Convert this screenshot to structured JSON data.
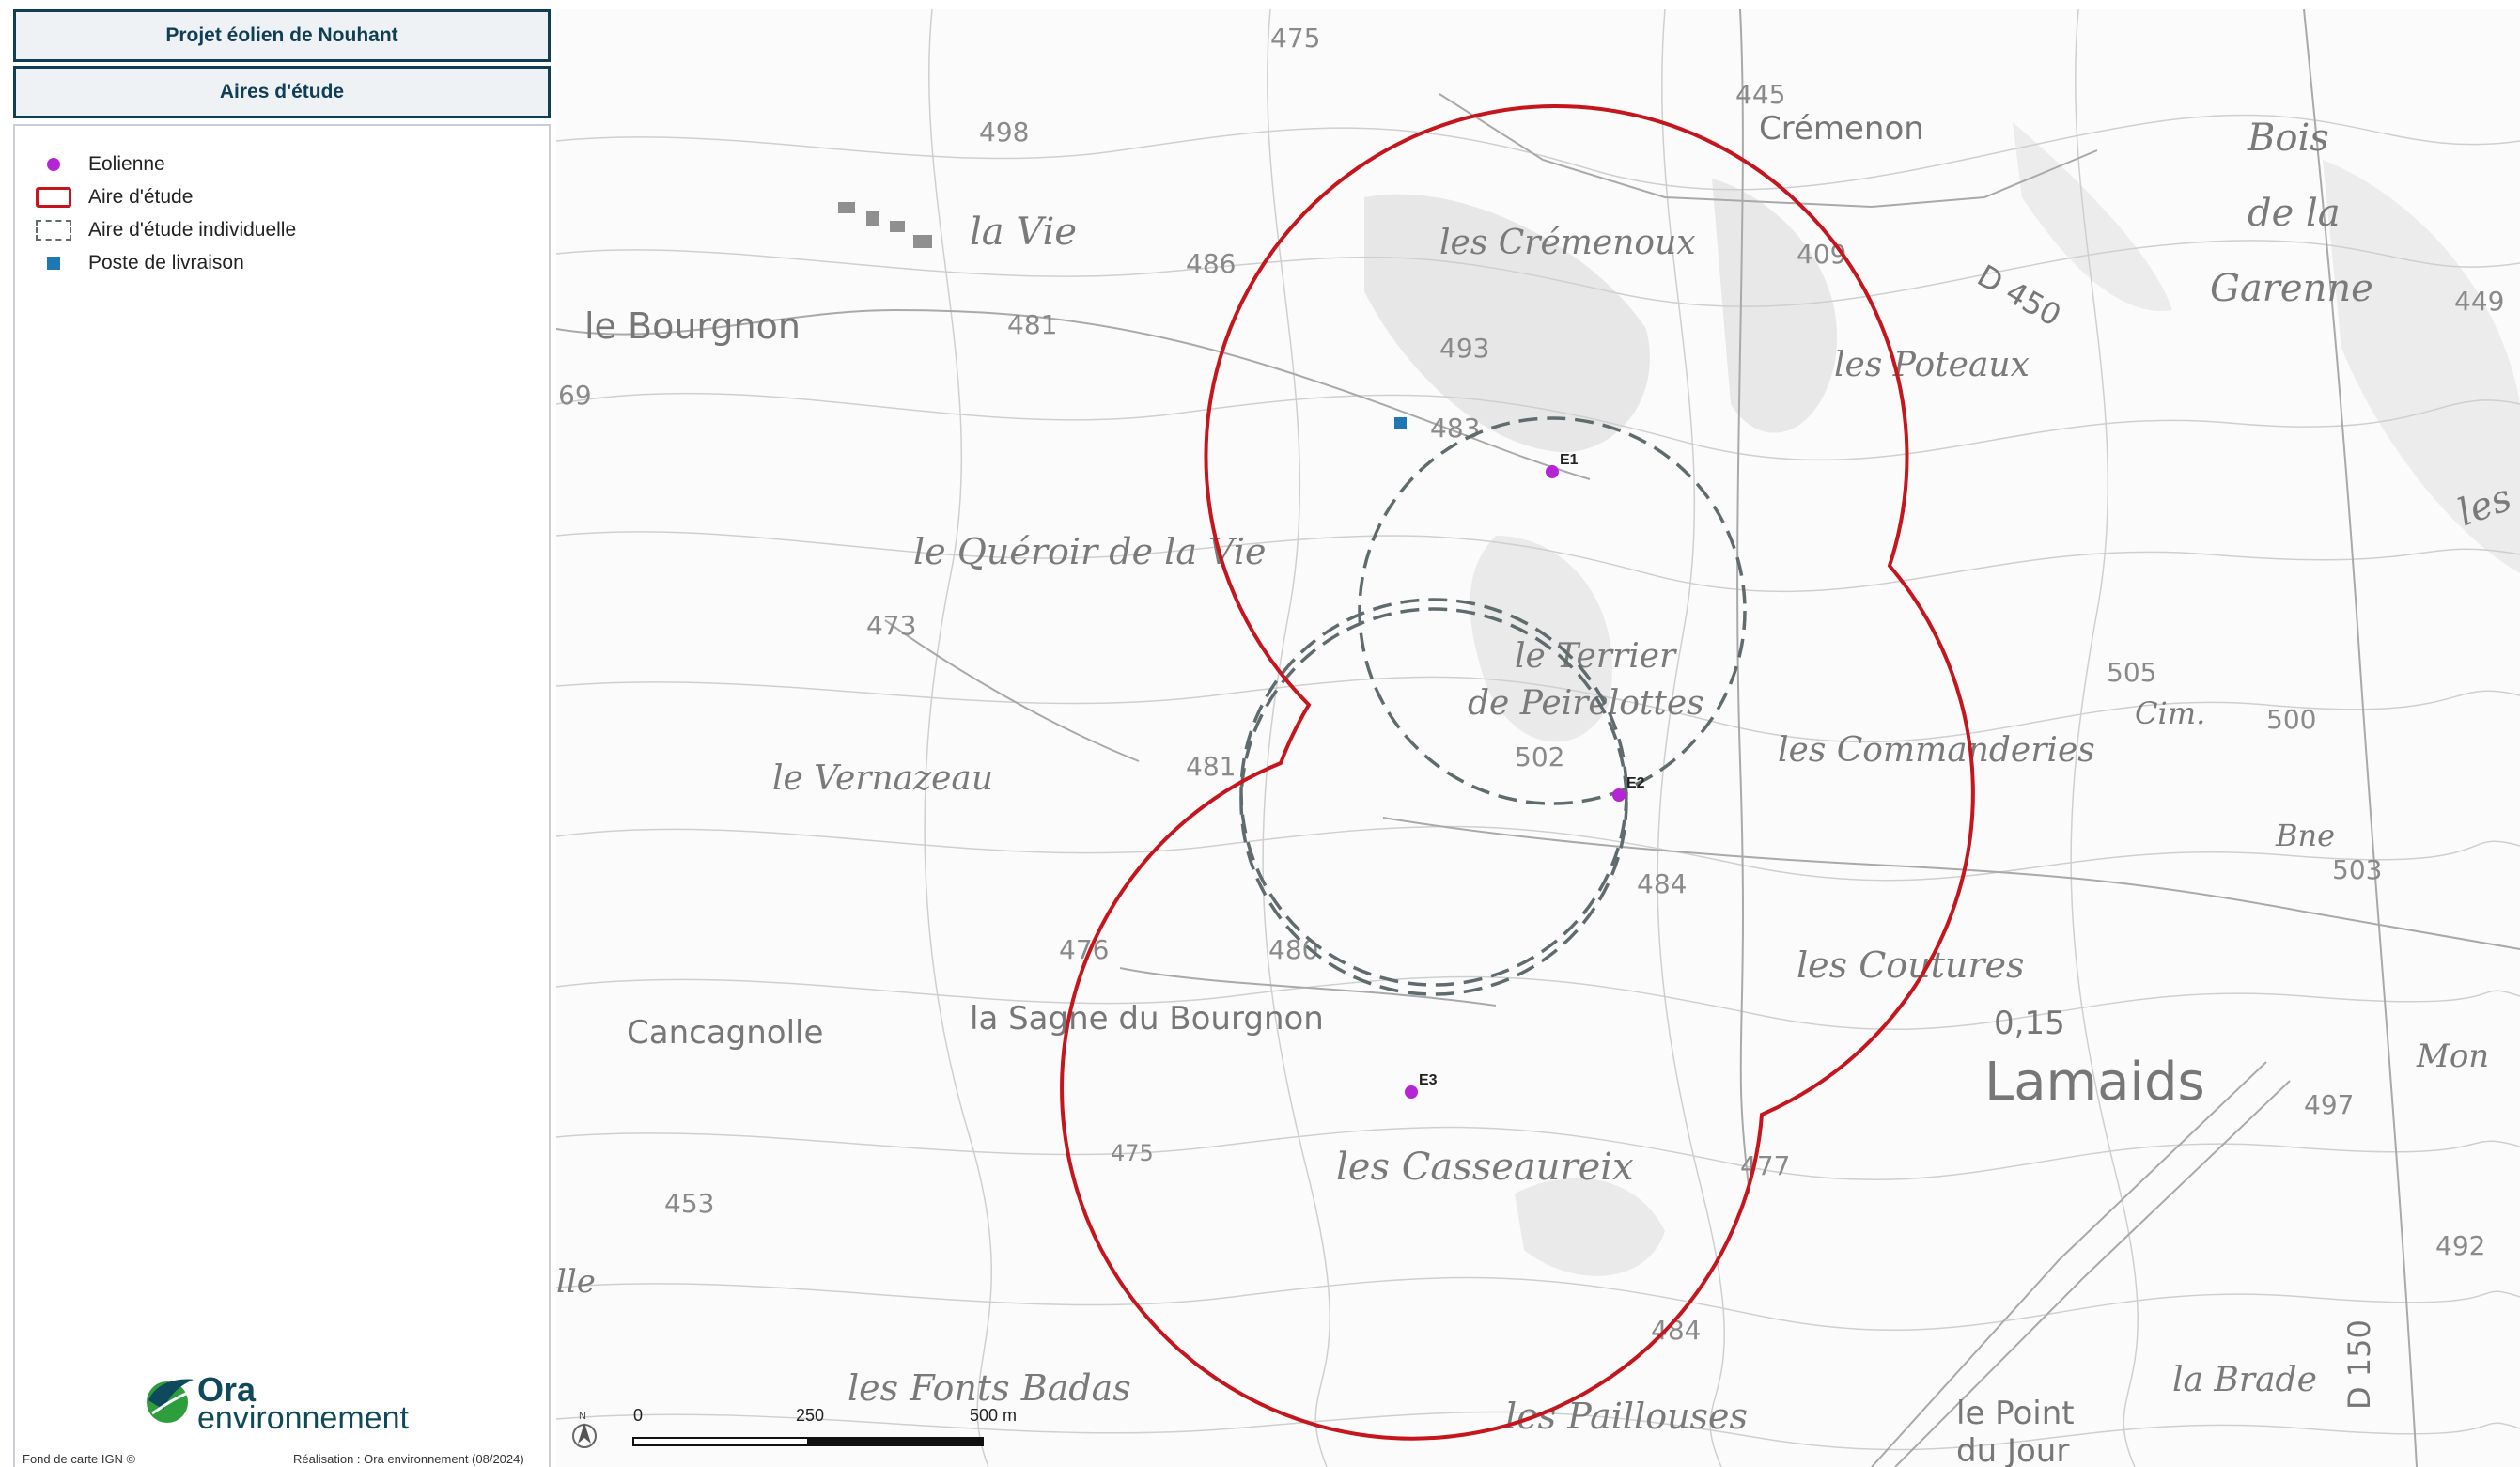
{
  "header": {
    "project_title": "Projet éolien de Nouhant",
    "map_title": "Aires d'étude"
  },
  "legend": {
    "items": [
      {
        "label": "Eolienne",
        "symbol": "purple-dot",
        "color": "#b425d6"
      },
      {
        "label": "Aire d'étude",
        "symbol": "red-outline",
        "color": "#c4161c"
      },
      {
        "label": "Aire d'étude individuelle",
        "symbol": "grey-dashed-outline",
        "color": "#5f6b6d"
      },
      {
        "label": "Poste de livraison",
        "symbol": "blue-square",
        "color": "#1f78b4"
      }
    ]
  },
  "logo": {
    "line1": "Ora",
    "line2": "environnement"
  },
  "footer": {
    "basemap_credit": "Fond de carte IGN ©",
    "author_credit": "Réalisation : Ora environnement (08/2024)"
  },
  "map": {
    "turbines": [
      {
        "id": "E1",
        "label": "E1"
      },
      {
        "id": "E2",
        "label": "E2"
      },
      {
        "id": "E3",
        "label": "E3"
      }
    ],
    "substation": {
      "label": "Poste de livraison"
    },
    "scale": {
      "labels": [
        "0",
        "250",
        "500 m"
      ]
    },
    "north_arrow": {
      "label": "N"
    },
    "place_names": [
      "la Vie",
      "le Bourgnon",
      "les Crémenoux",
      "Crémenon",
      "Bois",
      "de la",
      "Garenne",
      "les Poteaux",
      "D 450",
      "le Quéroir de la Vie",
      "le Terrier",
      "de Peirelottes",
      "les Commanderies",
      "Cim.",
      "Bne",
      "le Vernazeau",
      "les Coutures",
      "0,15",
      "Lamaids",
      "Cancagnolle",
      "la Sagne du Bourgnon",
      "les Casseaureix",
      "les Fonts Badas",
      "les Paillouses",
      "le Point",
      "du Jour",
      "la Brade",
      "D 150",
      "Mon",
      "lle",
      "les"
    ],
    "elevations": [
      "475",
      "498",
      "486",
      "481",
      "445",
      "409",
      "449",
      "493",
      "483",
      "69",
      "473",
      "505",
      "500",
      "503",
      "481",
      "502",
      "484",
      "476",
      "480",
      "453",
      "477",
      "497",
      "492",
      "484",
      "475"
    ]
  },
  "colors": {
    "title_border": "#0f3e55",
    "study_area": "#c4161c",
    "individual_area": "#5f6b6d",
    "turbine": "#b425d6",
    "substation": "#1f78b4"
  }
}
